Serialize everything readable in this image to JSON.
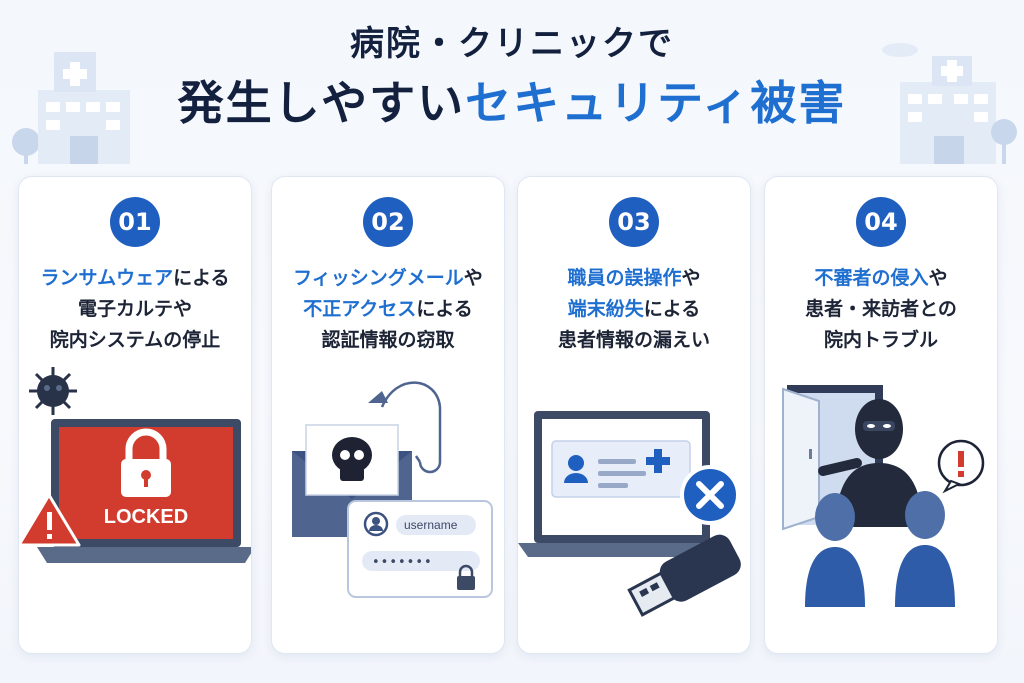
{
  "colors": {
    "accent": "#1f6fd1",
    "badge": "#1f5fbf",
    "title": "#13213f",
    "danger": "#d0352b"
  },
  "title": {
    "line1": "病院・クリニックで",
    "line2_plain": "発生しやすい",
    "line2_accent": "セキュリティ被害"
  },
  "cards": [
    {
      "number": "01",
      "lines": [
        [
          {
            "text": "ランサムウェア",
            "hl": true
          },
          {
            "text": "による",
            "hl": false
          }
        ],
        [
          {
            "text": "電子カルテや",
            "hl": false
          }
        ],
        [
          {
            "text": "院内システムの停止",
            "hl": false
          }
        ]
      ],
      "illustration": {
        "icons": [
          "virus-icon",
          "laptop-icon",
          "padlock-icon",
          "warning-icon"
        ],
        "screen_text": "LOCKED"
      }
    },
    {
      "number": "02",
      "lines": [
        [
          {
            "text": "フィッシングメール",
            "hl": true
          },
          {
            "text": "や",
            "hl": false
          }
        ],
        [
          {
            "text": "不正アクセス",
            "hl": true
          },
          {
            "text": "による",
            "hl": false
          }
        ],
        [
          {
            "text": "認証情報の窃取",
            "hl": false
          }
        ]
      ],
      "illustration": {
        "icons": [
          "envelope-icon",
          "skull-icon",
          "fishhook-icon",
          "user-icon",
          "padlock-icon"
        ],
        "username_text": "username",
        "password_text": "•••••••"
      }
    },
    {
      "number": "03",
      "lines": [
        [
          {
            "text": "職員の誤操作",
            "hl": true
          },
          {
            "text": "や",
            "hl": false
          }
        ],
        [
          {
            "text": "端末紛失",
            "hl": true
          },
          {
            "text": "による",
            "hl": false
          }
        ],
        [
          {
            "text": "患者情報の漏えい",
            "hl": false
          }
        ]
      ],
      "illustration": {
        "icons": [
          "laptop-icon",
          "patient-card-icon",
          "close-icon",
          "usb-drive-icon"
        ]
      }
    },
    {
      "number": "04",
      "lines": [
        [
          {
            "text": "不審者の侵入",
            "hl": true
          },
          {
            "text": "や",
            "hl": false
          }
        ],
        [
          {
            "text": "患者・来訪者との",
            "hl": false
          }
        ],
        [
          {
            "text": "院内トラブル",
            "hl": false
          }
        ]
      ],
      "illustration": {
        "icons": [
          "door-icon",
          "intruder-icon",
          "person-icon",
          "alert-bubble-icon"
        ]
      }
    }
  ]
}
